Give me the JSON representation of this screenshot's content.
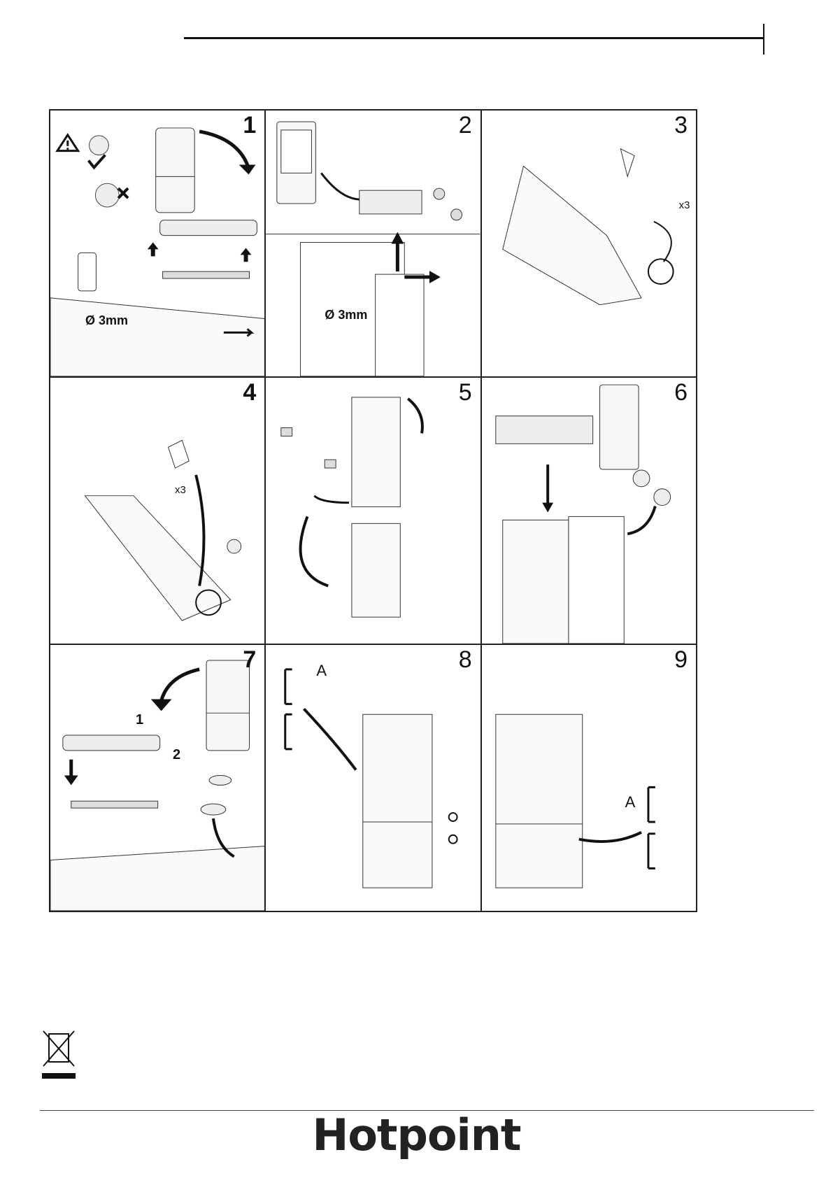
{
  "steps": [
    {
      "number": "1",
      "labels": {
        "diameter": "Ø 3mm"
      }
    },
    {
      "number": "2",
      "labels": {
        "diameter": "Ø 3mm"
      }
    },
    {
      "number": "3",
      "labels": {
        "count": "x3"
      }
    },
    {
      "number": "4",
      "labels": {
        "count": "x3"
      }
    },
    {
      "number": "5",
      "labels": {}
    },
    {
      "number": "6",
      "labels": {}
    },
    {
      "number": "7",
      "labels": {
        "sub1": "1",
        "sub2": "2"
      }
    },
    {
      "number": "8",
      "labels": {
        "part": "A"
      }
    },
    {
      "number": "9",
      "labels": {
        "part": "A"
      }
    }
  ],
  "brand": {
    "logo_text": "Hotpoint"
  },
  "icons": [
    "warning-icon",
    "weee-bin-icon"
  ]
}
